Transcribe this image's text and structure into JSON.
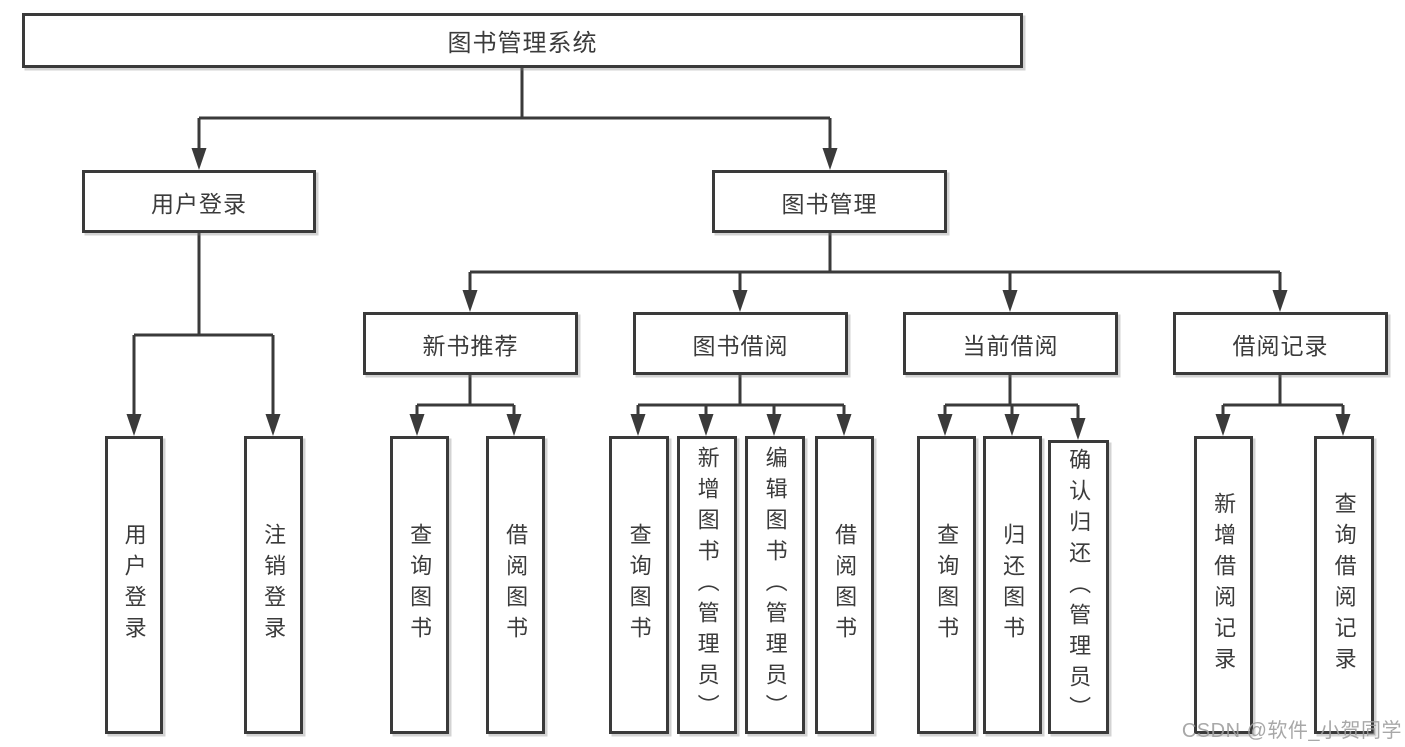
{
  "diagram_title": "图书管理系统",
  "tree": {
    "label": "图书管理系统",
    "children": [
      {
        "label": "用户登录",
        "children": [
          {
            "label": "用户登录"
          },
          {
            "label": "注销登录"
          }
        ]
      },
      {
        "label": "图书管理",
        "children": [
          {
            "label": "新书推荐",
            "children": [
              {
                "label": "查询图书"
              },
              {
                "label": "借阅图书"
              }
            ]
          },
          {
            "label": "图书借阅",
            "children": [
              {
                "label": "查询图书"
              },
              {
                "label": "新增图书（管理员）"
              },
              {
                "label": "编辑图书（管理员）"
              },
              {
                "label": "借阅图书"
              }
            ]
          },
          {
            "label": "当前借阅",
            "children": [
              {
                "label": "查询图书"
              },
              {
                "label": "归还图书"
              },
              {
                "label": "确认归还（管理员）"
              }
            ]
          },
          {
            "label": "借阅记录",
            "children": [
              {
                "label": "新增借阅记录"
              },
              {
                "label": "查询借阅记录"
              }
            ]
          }
        ]
      }
    ]
  },
  "watermark": {
    "text": "CSDN @软件_小贺同学"
  },
  "colors": {
    "line": "#3a3a3a",
    "box_border": "#3a3a3a",
    "text": "#3b3b3b",
    "watermark": "#9e9e9e",
    "background": "#ffffff"
  }
}
